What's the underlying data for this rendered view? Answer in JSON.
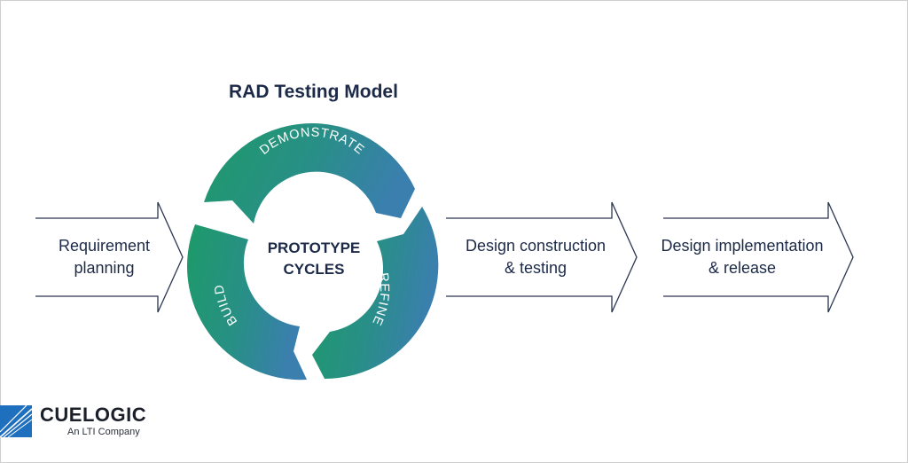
{
  "title": "RAD Testing Model",
  "steps": [
    {
      "line1": "Requirement",
      "line2": "planning"
    },
    {
      "line1": "Design construction",
      "line2": "& testing"
    },
    {
      "line1": "Design implementation",
      "line2": "& release"
    }
  ],
  "cycle": {
    "center_line1": "PROTOTYPE",
    "center_line2": "CYCLES",
    "segments": [
      "DEMONSTRATE",
      "REFINE",
      "BUILD"
    ]
  },
  "brand": {
    "name": "CUELOGIC",
    "tagline": "An LTI Company"
  },
  "colors": {
    "text": "#1c2a48",
    "green": "#1f9a6c",
    "teal": "#2b8a8c",
    "blue": "#3680a8",
    "arrow_outline": "#2a3550",
    "logo_blue": "#1f6fbf"
  }
}
